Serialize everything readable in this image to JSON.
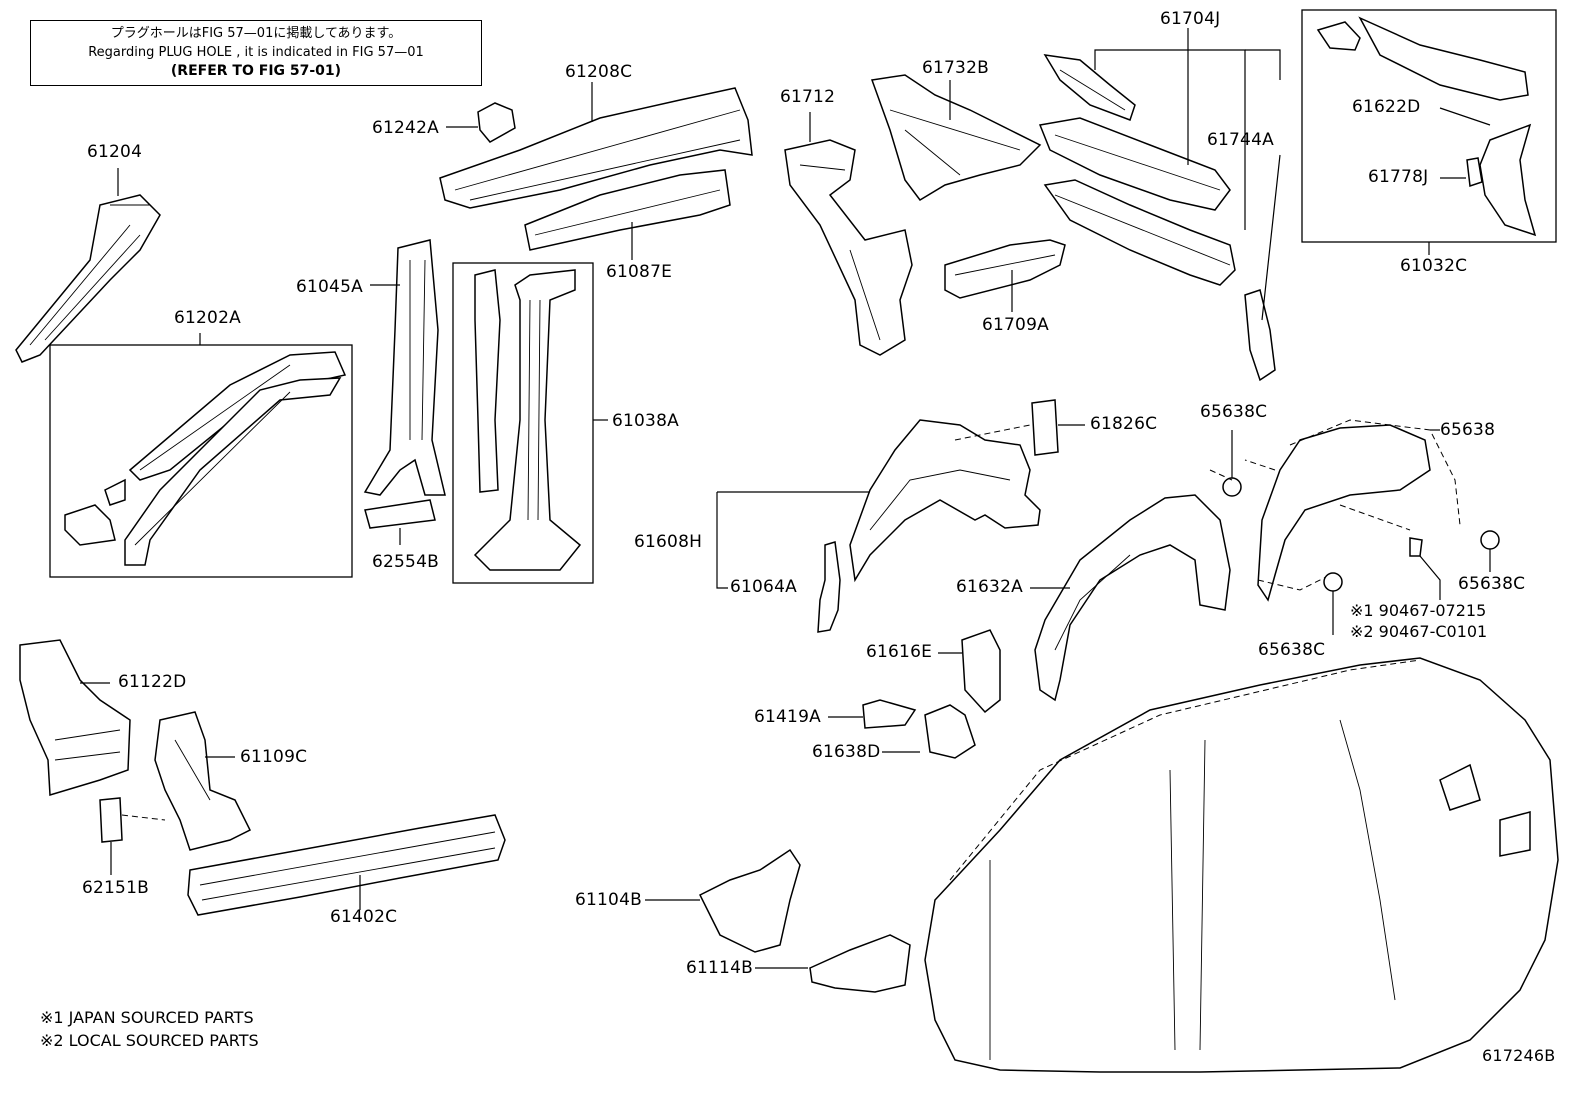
{
  "note": {
    "line1": "プラグホールはFIG 57—01に掲載してあります。",
    "line2": "Regarding PLUG HOLE , it is indicated in FIG 57—01",
    "line3": "(REFER TO FIG 57-01)"
  },
  "labels": {
    "p61208C": "61208C",
    "p61242A": "61242A",
    "p61204": "61204",
    "p61087E": "61087E",
    "p61045A": "61045A",
    "p61202A": "61202A",
    "p61038A": "61038A",
    "p62554B": "62554B",
    "p61712": "61712",
    "p61732B": "61732B",
    "p61704J": "61704J",
    "p61744A": "61744A",
    "p61709A": "61709A",
    "p61622D": "61622D",
    "p61778J": "61778J",
    "p61032C": "61032C",
    "p61826C": "61826C",
    "p65638C_a": "65638C",
    "p65638": "65638",
    "p61608H": "61608H",
    "p61064A": "61064A",
    "p61632A": "61632A",
    "p65638C_b": "65638C",
    "p65638C_c": "65638C",
    "p90467_1": "※1 90467-07215",
    "p90467_2": "※2 90467-C0101",
    "p61616E": "61616E",
    "p61419A": "61419A",
    "p61638D": "61638D",
    "p61122D": "61122D",
    "p61109C": "61109C",
    "p62151B": "62151B",
    "p61402C": "61402C",
    "p61104B": "61104B",
    "p61114B": "61114B"
  },
  "footnotes": {
    "f1": "※1 JAPAN SOURCED PARTS",
    "f2": "※2 LOCAL SOURCED PARTS"
  },
  "figure_code": "617246B"
}
